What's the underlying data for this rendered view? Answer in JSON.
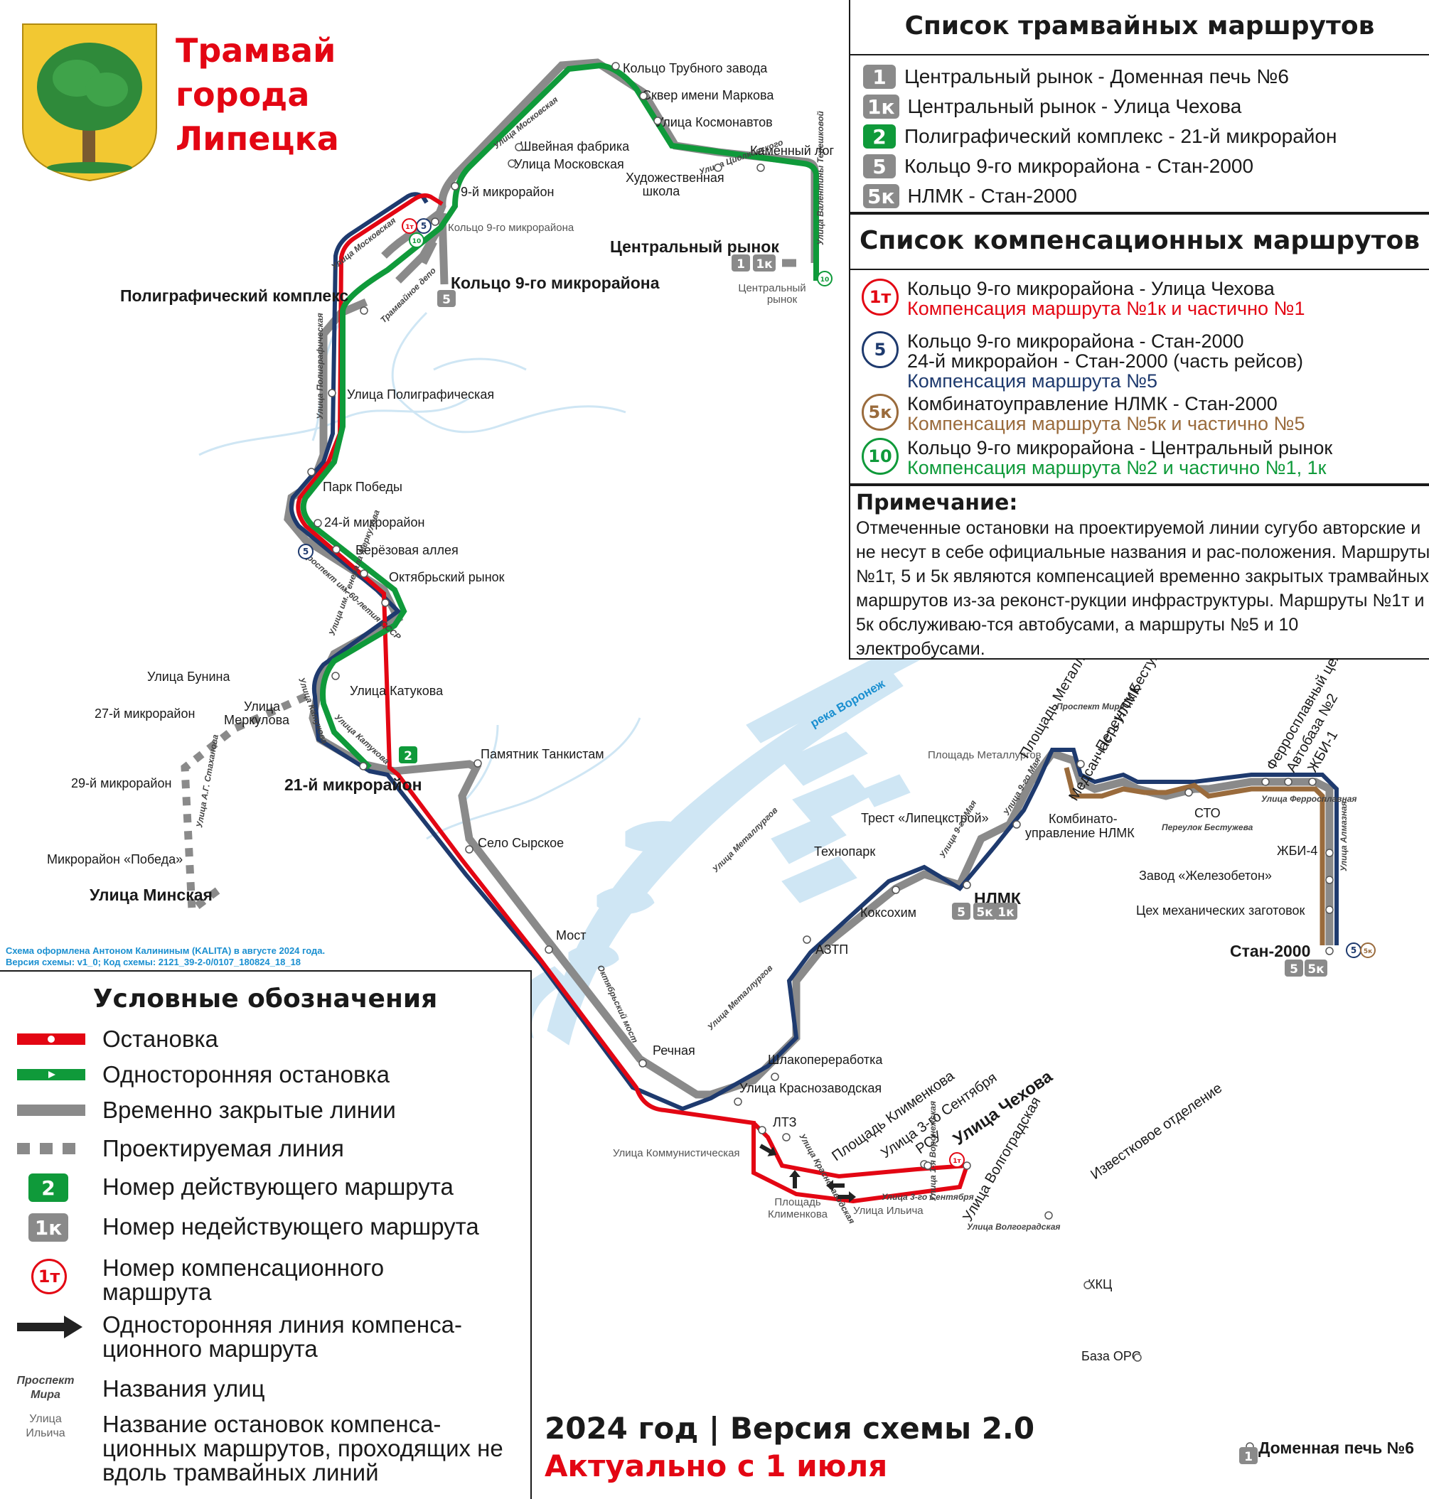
{
  "title": {
    "line1": "Трамвай",
    "line2": "города",
    "line3": "Липецка"
  },
  "routes_panel": {
    "heading": "Список трамвайных маршрутов",
    "routes": [
      {
        "num": "1",
        "name": "Центральный рынок - Доменная печь №6",
        "status": "inactive"
      },
      {
        "num": "1к",
        "name": "Центральный рынок - Улица Чехова",
        "status": "inactive"
      },
      {
        "num": "2",
        "name": "Полиграфический комплекс - 21-й микрорайон",
        "status": "active"
      },
      {
        "num": "5",
        "name": "Кольцо 9-го микрорайона - Стан-2000",
        "status": "inactive"
      },
      {
        "num": "5к",
        "name": "НЛМК - Стан-2000",
        "status": "inactive"
      }
    ]
  },
  "comp_panel": {
    "heading": "Список компенсационных маршрутов",
    "items": [
      {
        "num": "1т",
        "color": "#e30613",
        "line1": "Кольцо 9-го микрорайона - Улица Чехова",
        "line2": "Компенсация маршрута №1к и частично №1",
        "line3": ""
      },
      {
        "num": "5",
        "color": "#1e3a6e",
        "line1": "Кольцо 9-го микрорайона - Стан-2000",
        "line2": "24-й микрорайон - Стан-2000 (часть рейсов)",
        "line3": "Компенсация маршрута №5"
      },
      {
        "num": "5к",
        "color": "#9a6b3c",
        "line1": "Комбинатоуправление НЛМК - Стан-2000",
        "line2": "Компенсация маршрута №5к и частично №5",
        "line3": ""
      },
      {
        "num": "10",
        "color": "#0f9a3a",
        "line1": "Кольцо 9-го микрорайона - Центральный рынок",
        "line2": "Компенсация маршрута №2 и частично №1, 1к",
        "line3": ""
      }
    ]
  },
  "note": {
    "heading": "Примечание:",
    "text": "Отмеченные остановки на проектируемой линии сугубо авторские и не несут в себе официальные названия и рас-положения. Маршруты №1т, 5 и 5к являются компенсацией временно закрытых трамвайных маршрутов из-за реконст-рукции инфраструктуры. Маршруты №1т и 5к обслуживаю-тся автобусами, а маршруты №5 и 10 электробусами."
  },
  "legend": {
    "heading": "Условные обозначения",
    "items": [
      "Остановка",
      "Односторонняя остановка",
      "Временно закрытые линии",
      "Проектируемая линия",
      "Номер действующего маршрута",
      "Номер недействующего маршрута",
      "Номер компенсационного маршрута",
      "Односторонняя линия компенса-ционного маршрута",
      "Названия улиц",
      "Название остановок компенса-ционных маршрутов, проходящих не вдоль трамвайных линий"
    ],
    "badge_active": "2",
    "badge_inactive": "1к",
    "badge_comp": "1т",
    "street_example_1": "Проспект",
    "street_example_2": "Мира",
    "stop_example_1": "Улица",
    "stop_example_2": "Ильича"
  },
  "footer": {
    "line1": "2024 год | Версия схемы 2.0",
    "line2": "Актуально с 1 июля"
  },
  "credit": {
    "line1": "Схема оформлена Антоном Калининым (KALITA) в августе 2024 года.",
    "line2": "Версия схемы: v1_0; Код схемы: 2121_39-2-0/0107_180824_18_18"
  },
  "colors": {
    "red": "#e30613",
    "green": "#0f9a3a",
    "gray": "#8a8a8a",
    "navy": "#1e3a6e",
    "brown": "#9a6b3c",
    "water": "#cfe6f4"
  },
  "stops": [
    {
      "name": "Кольцо Трубного завода",
      "style": "normal"
    },
    {
      "name": "Сквер имени Маркова",
      "style": "normal"
    },
    {
      "name": "Улица Космонавтов",
      "style": "normal"
    },
    {
      "name": "Каменный лог",
      "style": "normal"
    },
    {
      "name": "Художественная",
      "style": "normal"
    },
    {
      "name": "школа",
      "style": "normal"
    },
    {
      "name": "Центральный рынок",
      "style": "bold"
    },
    {
      "name": "Центральный",
      "style": "small"
    },
    {
      "name": "рынок",
      "style": "small"
    },
    {
      "name": "Швейная фабрика",
      "style": "normal"
    },
    {
      "name": "Улица Московская",
      "style": "normal"
    },
    {
      "name": "9-й микрорайон",
      "style": "normal"
    },
    {
      "name": "Кольцо 9-го микрорайона",
      "style": "small"
    },
    {
      "name": "Кольцо 9-го микрорайона",
      "style": "bold"
    },
    {
      "name": "Полиграфический комплекс",
      "style": "bold"
    },
    {
      "name": "Улица Полиграфическая",
      "style": "normal"
    },
    {
      "name": "Парк Победы",
      "style": "normal"
    },
    {
      "name": "24-й микрорайон",
      "style": "normal"
    },
    {
      "name": "Берёзовая аллея",
      "style": "normal"
    },
    {
      "name": "Октябрьский рынок",
      "style": "normal"
    },
    {
      "name": "Улица Катукова",
      "style": "normal"
    },
    {
      "name": "21-й микрорайон",
      "style": "bold"
    },
    {
      "name": "Памятник Танкистам",
      "style": "normal"
    },
    {
      "name": "Село Сырское",
      "style": "normal"
    },
    {
      "name": "Мост",
      "style": "normal"
    },
    {
      "name": "Речная",
      "style": "normal"
    },
    {
      "name": "Улица Бунина",
      "style": "normal"
    },
    {
      "name": "27-й микрорайон",
      "style": "normal"
    },
    {
      "name": "Улица",
      "style": "normal"
    },
    {
      "name": "Меркулова",
      "style": "normal"
    },
    {
      "name": "29-й микрорайон",
      "style": "normal"
    },
    {
      "name": "Микрорайон «Победа»",
      "style": "normal"
    },
    {
      "name": "Улица Минская",
      "style": "bold"
    },
    {
      "name": "Шлакопереработка",
      "style": "normal"
    },
    {
      "name": "Улица Краснозаводская",
      "style": "normal"
    },
    {
      "name": "ЛТЗ",
      "style": "normal"
    },
    {
      "name": "Улица Коммунистическая",
      "style": "small"
    },
    {
      "name": "Площадь",
      "style": "small"
    },
    {
      "name": "Клименкова",
      "style": "small"
    },
    {
      "name": "Улица Ильича",
      "style": "small"
    },
    {
      "name": "АЗТП",
      "style": "normal"
    },
    {
      "name": "Коксохим",
      "style": "normal"
    },
    {
      "name": "Технопарк",
      "style": "normal"
    },
    {
      "name": "Трест «Липецкстрой»",
      "style": "normal"
    },
    {
      "name": "НЛМК",
      "style": "bold"
    },
    {
      "name": "Комбинато-",
      "style": "normal"
    },
    {
      "name": "управление НЛМК",
      "style": "normal"
    },
    {
      "name": "Площадь Металлургов",
      "style": "small"
    },
    {
      "name": "СТО",
      "style": "normal"
    },
    {
      "name": "ЖБИ-4",
      "style": "normal"
    },
    {
      "name": "Завод «Железобетон»",
      "style": "normal"
    },
    {
      "name": "Цех механических заготовок",
      "style": "normal"
    },
    {
      "name": "Стан-2000",
      "style": "bold"
    },
    {
      "name": "ККЦ",
      "style": "normal"
    },
    {
      "name": "База ОРС",
      "style": "normal"
    },
    {
      "name": "Доменная печь №6",
      "style": "bold"
    }
  ],
  "rotated_stops": [
    "Площадь Металлургов",
    "Переулок Бестужева",
    "Ферросплавный цех",
    "Автобаза №2",
    "ЖБИ-1",
    "Медсанчасть НЛМК",
    "Площадь Клименкова",
    "Улица 3-го Сентября",
    "РСУ",
    "Улица Чехова",
    "Улица Волгоградская",
    "Известковое отделение"
  ],
  "street_labels": [
    "Улица Московская",
    "Улица Московская",
    "Улица Циолковского",
    "Улица Валентины Терешковой",
    "Трамвайное депо",
    "Улица Полиграфическая",
    "Проспект им. 60-летия СССР",
    "Улица им. Генерала Меркулова",
    "Улица Катукова",
    "Улица Катукова",
    "Улица А.Г. Стаханова",
    "Октябрьский мост",
    "Улица Металлургов",
    "Улица Металлургов",
    "Улица 9-го Мая",
    "Улица 9-го Мая",
    "Улица Ферросплавная",
    "Улица Алмазная",
    "Проспект Мира",
    "Переулок Бестужева",
    "Улица Краснозаводская",
    "Улица 3-го Сентября",
    "Улица 1-я Воронежская",
    "Улица Волгоградская",
    "река Воронеж"
  ],
  "map_badges": [
    "1",
    "1к",
    "2",
    "5",
    "5",
    "5к",
    "5",
    "5к",
    "1",
    "1к",
    "1т",
    "5",
    "10",
    "10",
    "5",
    "5",
    "5к",
    "1т"
  ]
}
